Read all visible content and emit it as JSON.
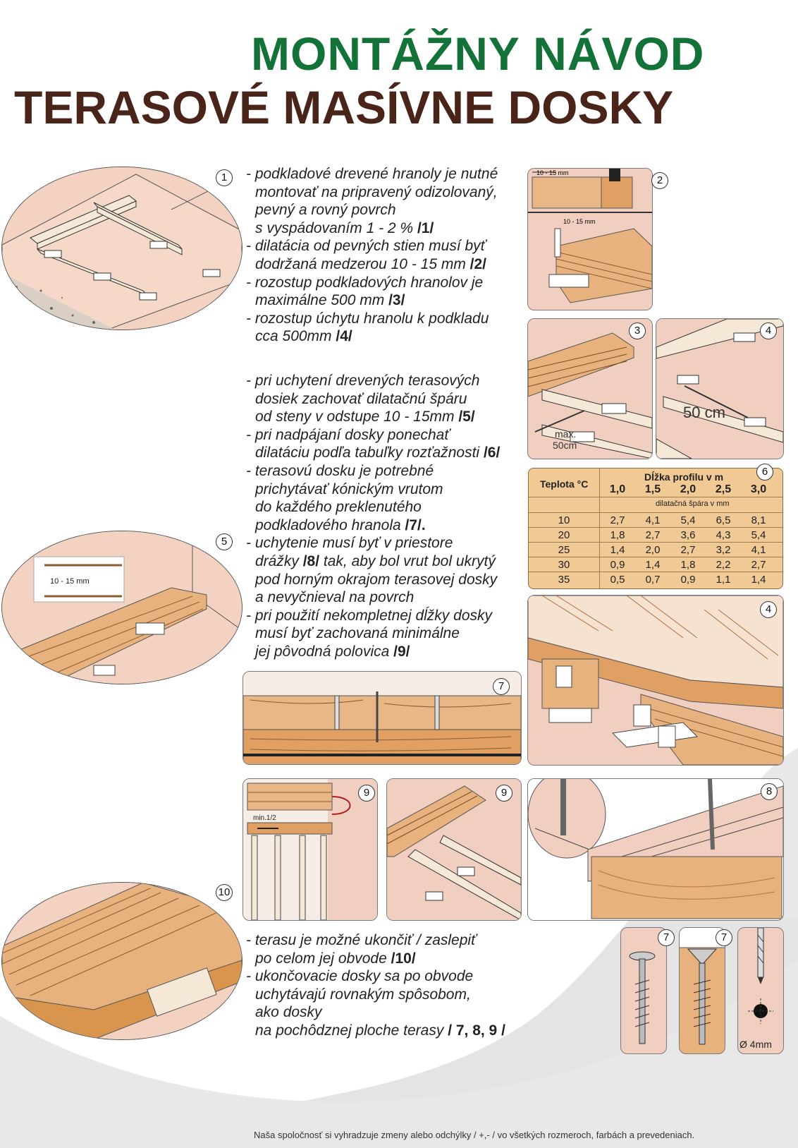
{
  "header": {
    "title": "MONTÁŽNY NÁVOD",
    "subtitle": "TERASOVÉ MASÍVNE DOSKY"
  },
  "block1": [
    {
      "text": "- podkladové drevené hranoly je nutné",
      "ref": ""
    },
    {
      "text": "montovať na pripravený odizolovaný,",
      "ref": ""
    },
    {
      "text": "pevný a rovný povrch",
      "ref": ""
    },
    {
      "text": "s vyspádovaním 1 - 2 % ",
      "ref": "/1/"
    },
    {
      "text": "- dilatácia od pevných stien musí byť",
      "ref": ""
    },
    {
      "text": "dodržaná  medzerou 10 - 15 mm ",
      "ref": "/2/"
    },
    {
      "text": "- rozostup podkladových hranolov je",
      "ref": ""
    },
    {
      "text": "maximálne 500 mm ",
      "ref": "/3/"
    },
    {
      "text": "- rozostup úchytu hranolu k podkladu",
      "ref": ""
    },
    {
      "text": "cca 500mm ",
      "ref": "/4/"
    }
  ],
  "block2": [
    {
      "text": "- pri uchytení drevených terasových",
      "ref": ""
    },
    {
      "text": "dosiek  zachovať dilatačnú špáru",
      "ref": ""
    },
    {
      "text": "od steny v odstupe 10 - 15mm ",
      "ref": "/5/"
    },
    {
      "text": "- pri nadpájaní dosky ponechať",
      "ref": ""
    },
    {
      "text": "dilatáciu podľa tabuľky rozťažnosti ",
      "ref": "/6/"
    },
    {
      "text": "- terasovú dosku je potrebné",
      "ref": ""
    },
    {
      "text": "prichytávať kónickým vrutom",
      "ref": ""
    },
    {
      "text": "do každého preklenutého",
      "ref": ""
    },
    {
      "text": "podkladového hranola ",
      "ref": "/7/."
    },
    {
      "text": "- uchytenie musí byť v  priestore",
      "ref": ""
    },
    {
      "text": "drážky ",
      "ref": "/8/",
      "after": " tak, aby bol vrut bol ukrytý"
    },
    {
      "text": "pod horným okrajom terasovej dosky",
      "ref": ""
    },
    {
      "text": "a nevyčnieval na povrch",
      "ref": ""
    },
    {
      "text": "- pri použití nekompletnej dĺžky dosky",
      "ref": ""
    },
    {
      "text": "musí byť zachovaná minimálne",
      "ref": ""
    },
    {
      "text": "jej pôvodná polovica ",
      "ref": "/9/"
    }
  ],
  "block3": [
    {
      "text": "- terasu je možné ukončiť / zaslepiť",
      "ref": ""
    },
    {
      "text": "po celom jej  obvode ",
      "ref": "/10/"
    },
    {
      "text": "- ukončovacie dosky sa po obvode",
      "ref": ""
    },
    {
      "text": "uchytávajú rovnakým spôsobom,",
      "ref": ""
    },
    {
      "text": "ako dosky",
      "ref": ""
    },
    {
      "text": "na pochôdznej ploche terasy ",
      "ref": "/ 7, 8, 9 /"
    }
  ],
  "table": {
    "temp_header": "Teplota °C",
    "length_header": "Dĺžka profilu v m",
    "lengths": [
      "1,0",
      "1,5",
      "2,0",
      "2,5",
      "3,0"
    ],
    "sub_header": "dilatačná špára v mm",
    "rows": [
      {
        "t": "10",
        "v": [
          "2,7",
          "4,1",
          "5,4",
          "6,5",
          "8,1"
        ]
      },
      {
        "t": "20",
        "v": [
          "1,8",
          "2,7",
          "3,6",
          "4,3",
          "5,4"
        ]
      },
      {
        "t": "25",
        "v": [
          "1,4",
          "2,0",
          "2,7",
          "3,2",
          "4,1"
        ]
      },
      {
        "t": "30",
        "v": [
          "0,9",
          "1,4",
          "1,8",
          "2,2",
          "2,7"
        ]
      },
      {
        "t": "35",
        "v": [
          "0,5",
          "0,7",
          "0,9",
          "1,1",
          "1,4"
        ]
      }
    ]
  },
  "figures": {
    "n1": "1",
    "n2": "2",
    "n3": "3",
    "n4": "4",
    "n4b": "4",
    "n5": "5",
    "n6": "6",
    "n7": "7",
    "n7b": "7",
    "n7c": "7",
    "n8": "8",
    "n9": "9",
    "n9b": "9",
    "n10": "10",
    "dim_10_15": "10 - 15 mm",
    "dim_10_15b": "10 - 15 mm",
    "dim_10_15c": "10 - 15 mm",
    "max50_1": "max.",
    "max50_2": "50cm",
    "cm50": "50 cm",
    "min_half": "min.1/2",
    "drill": "Ø 4mm"
  },
  "footer": "Naša spoločnosť si vyhradzuje zmeny alebo odchýlky / +,- / vo všetkých rozmeroch, farbách a prevedeniach.",
  "colors": {
    "title_green": "#137238",
    "title_brown": "#4a2418",
    "wood": "#e8b27e",
    "wood_pale": "#f1cfc0",
    "table_bg": "#f0c994"
  }
}
